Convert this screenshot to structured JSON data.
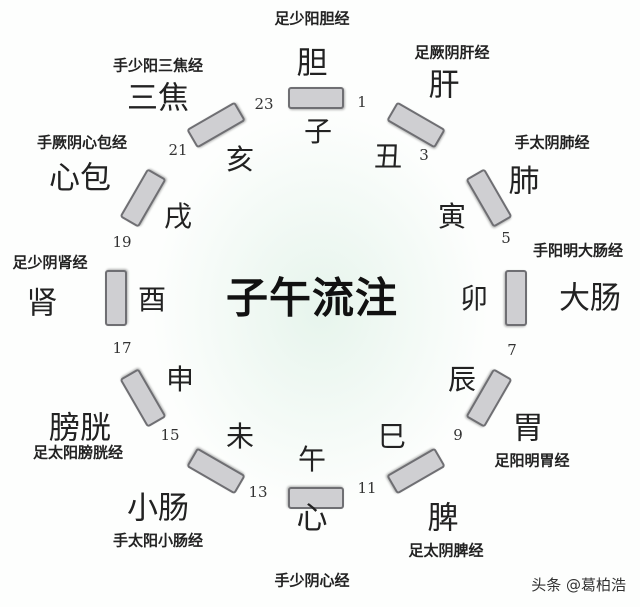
{
  "title": "子午流注",
  "segments": [
    {
      "branch": "子",
      "organ": "胆",
      "meridian": "足少阳胆经",
      "start_hour": "23"
    },
    {
      "branch": "丑",
      "organ": "肝",
      "meridian": "足厥阴肝经",
      "start_hour": "1"
    },
    {
      "branch": "寅",
      "organ": "肺",
      "meridian": "手太阴肺经",
      "start_hour": "3"
    },
    {
      "branch": "卯",
      "organ": "大肠",
      "meridian": "手阳明大肠经",
      "start_hour": "5"
    },
    {
      "branch": "辰",
      "organ": "胃",
      "meridian": "足阳明胃经",
      "start_hour": "7"
    },
    {
      "branch": "巳",
      "organ": "脾",
      "meridian": "足太阴脾经",
      "start_hour": "9"
    },
    {
      "branch": "午",
      "organ": "心",
      "meridian": "手少阴心经",
      "start_hour": "11"
    },
    {
      "branch": "未",
      "organ": "小肠",
      "meridian": "手太阳小肠经",
      "start_hour": "13"
    },
    {
      "branch": "申",
      "organ": "膀胱",
      "meridian": "足太阳膀胱经",
      "start_hour": "15"
    },
    {
      "branch": "酉",
      "organ": "肾",
      "meridian": "足少阴肾经",
      "start_hour": "17"
    },
    {
      "branch": "戌",
      "organ": "心包",
      "meridian": "手厥阴心包经",
      "start_hour": "19"
    },
    {
      "branch": "亥",
      "organ": "三焦",
      "meridian": "手少阳三焦经",
      "start_hour": "21"
    }
  ],
  "watermark": "头条 @葛柏浩"
}
